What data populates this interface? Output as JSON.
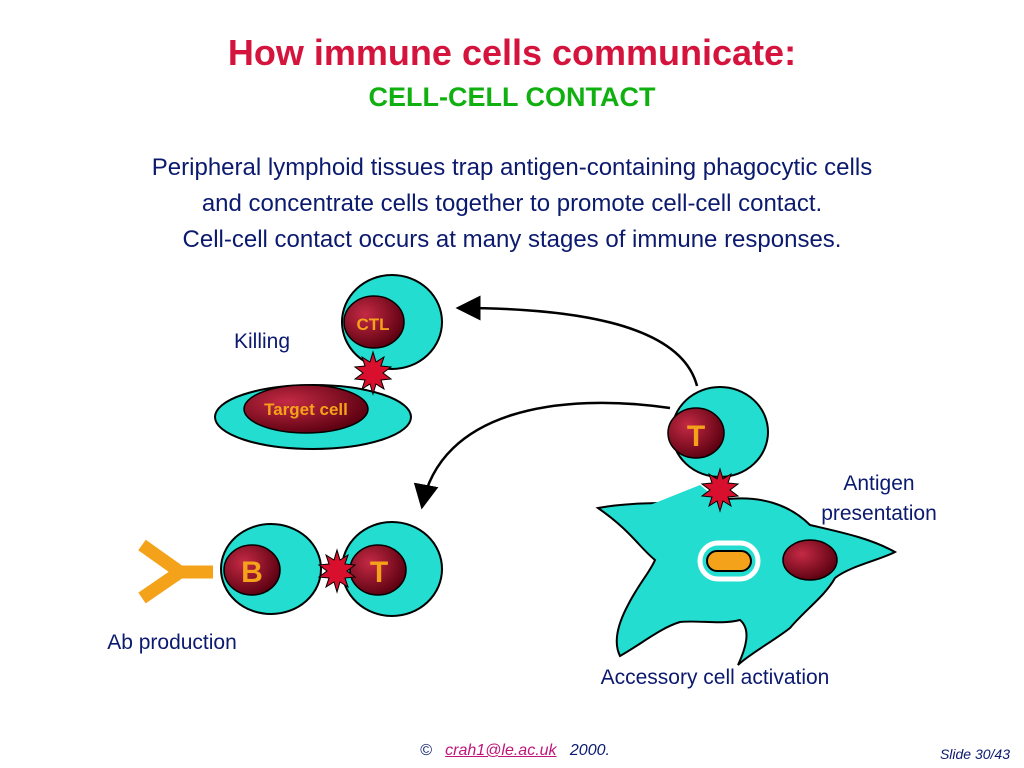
{
  "title": "How immune cells communicate:",
  "subtitle": "CELL-CELL CONTACT",
  "intro_lines": [
    "Peripheral lymphoid tissues trap antigen-containing phagocytic cells",
    "and concentrate cells together to promote cell-cell contact.",
    "Cell-cell contact occurs at many stages of immune responses."
  ],
  "labels": {
    "killing": "Killing",
    "ctl": "CTL",
    "target_cell": "Target cell",
    "t_upper": "T",
    "antigen_presentation_1": "Antigen",
    "antigen_presentation_2": "presentation",
    "b_cell": "B",
    "t_lower": "T",
    "ab_production": "Ab production",
    "accessory_activation": "Accessory cell activation"
  },
  "footer": {
    "copyright_symbol": "©",
    "email": "crah1@le.ac.uk",
    "year": "2000.",
    "slide": "Slide 30/43"
  },
  "colors": {
    "cell_fill": "#22ddd0",
    "nucleus": "#8b0a1e",
    "contact": "#d8102e",
    "antibody": "#f4a21a",
    "arrow": "#000000"
  }
}
